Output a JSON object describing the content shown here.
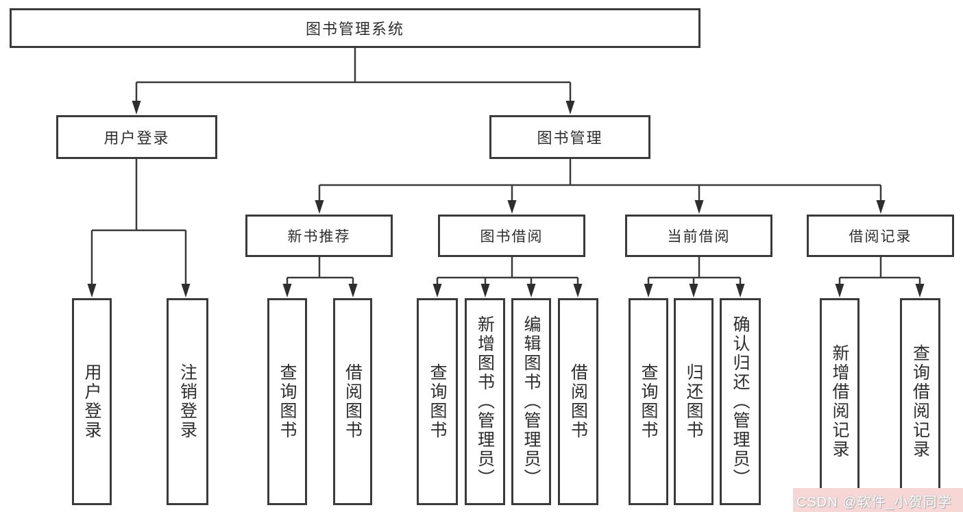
{
  "diagram": {
    "root": {
      "label": "图书管理系统"
    },
    "level2": [
      {
        "label": "用户登录"
      },
      {
        "label": "图书管理"
      }
    ],
    "level3": [
      {
        "label": "新书推荐"
      },
      {
        "label": "图书借阅"
      },
      {
        "label": "当前借阅"
      },
      {
        "label": "借阅记录"
      }
    ],
    "leaves": [
      {
        "label": "用户登录"
      },
      {
        "label": "注销登录"
      },
      {
        "label": "查询图书"
      },
      {
        "label": "借阅图书"
      },
      {
        "label": "查询图书"
      },
      {
        "label": "新增图书（管理员）"
      },
      {
        "label": "编辑图书（管理员）"
      },
      {
        "label": "借阅图书"
      },
      {
        "label": "查询图书"
      },
      {
        "label": "归还图书"
      },
      {
        "label": "确认归还（管理员）"
      },
      {
        "label": "新增借阅记录"
      },
      {
        "label": "查询借阅记录"
      }
    ]
  },
  "watermark": {
    "text": "CSDN @软件_小贺同学"
  },
  "colors": {
    "line": "#3a3a3a",
    "text": "#2d2d2d",
    "watermark_bg": "#f7d6d6",
    "watermark_text": "#ffffff"
  }
}
